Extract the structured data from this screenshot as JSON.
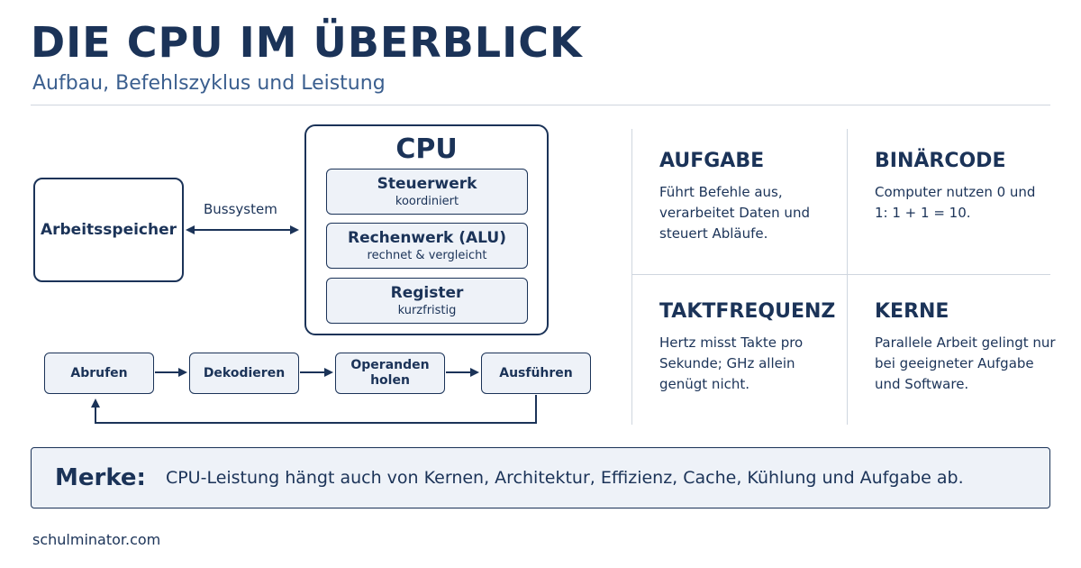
{
  "header": {
    "title": "DIE CPU IM ÜBERBLICK",
    "subtitle": "Aufbau, Befehlszyklus und Leistung"
  },
  "diagram": {
    "memory_label": "Arbeitsspeicher",
    "bus_label": "Bussystem",
    "cpu_title": "CPU",
    "units": [
      {
        "name": "Steuerwerk",
        "desc": "koordiniert"
      },
      {
        "name": "Rechenwerk (ALU)",
        "desc": "rechnet & vergleicht"
      },
      {
        "name": "Register",
        "desc": "kurzfristig"
      }
    ],
    "cycle_steps": [
      "Abrufen",
      "Dekodieren",
      "Operanden holen",
      "Ausführen"
    ]
  },
  "cards": [
    {
      "title": "AUFGABE",
      "text": "Führt Befehle aus, verarbeitet Daten und steuert Abläufe."
    },
    {
      "title": "BINÄRCODE",
      "text": "Computer nutzen 0 und 1: 1 + 1 = 10."
    },
    {
      "title": "TAKTFREQUENZ",
      "text": "Hertz misst Takte pro Sekunde; GHz allein genügt nicht."
    },
    {
      "title": "KERNE",
      "text": "Parallele Arbeit gelingt nur bei geeigneter Aufgabe und Software."
    }
  ],
  "note": {
    "label": "Merke:",
    "text": "CPU-Leistung hängt auch von Kernen, Architektur, Effizienz, Cache, Kühlung und Aufgabe ab."
  },
  "footer": {
    "site": "schulminator.com"
  },
  "colors": {
    "primary": "#1b3358",
    "accent": "#3b5f8f",
    "box_fill": "#eef2f8",
    "divider": "#cfd6df"
  }
}
